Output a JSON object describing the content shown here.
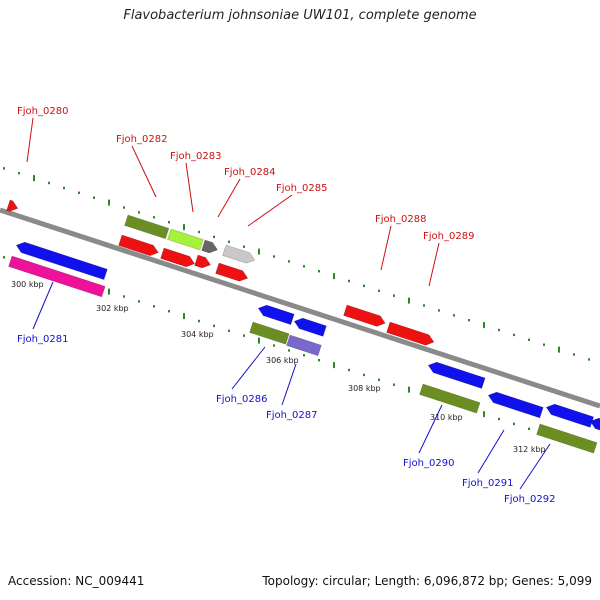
{
  "title": "Flavobacterium johnsoniae UW101, complete genome",
  "footer": {
    "accession": "Accession: NC_009441",
    "summary": "Topology: circular; Length: 6,096,872 bp; Genes: 5,099"
  },
  "colors": {
    "backbone": "#8a8a8a",
    "tick": "#2a8a2a",
    "top_label": "#cc1111",
    "bottom_label": "#1111cc"
  },
  "scale_labels": [
    "300 kbp",
    "302 kbp",
    "304 kbp",
    "306 kbp",
    "308 kbp",
    "310 kbp",
    "312 kbp"
  ],
  "genes": [
    {
      "name": "Fjoh_0280",
      "strand": "top",
      "color": "#ee1111"
    },
    {
      "name": "Fjoh_0282",
      "strand": "top",
      "color": "#6b8e23"
    },
    {
      "name": "Fjoh_0283",
      "strand": "top",
      "color": "#a6f23a"
    },
    {
      "name": "Fjoh_0284",
      "strand": "top",
      "color": "#666666"
    },
    {
      "name": "Fjoh_0285",
      "strand": "top",
      "color": "#c8c8c8"
    },
    {
      "name": "Fjoh_0288",
      "strand": "top",
      "color": "#ee1111"
    },
    {
      "name": "Fjoh_0289",
      "strand": "top",
      "color": "#ee1111"
    },
    {
      "name": "Fjoh_0281",
      "strand": "bottom",
      "color": "#ee1199"
    },
    {
      "name": "Fjoh_0286",
      "strand": "bottom",
      "color": "#6b8e23"
    },
    {
      "name": "Fjoh_0287",
      "strand": "bottom",
      "color": "#7b68cc"
    },
    {
      "name": "Fjoh_0290",
      "strand": "bottom",
      "color": "#6b8e23"
    },
    {
      "name": "Fjoh_0291",
      "strand": "bottom",
      "color": "#1111ee"
    },
    {
      "name": "Fjoh_0292",
      "strand": "bottom",
      "color": "#6b8e23"
    }
  ]
}
